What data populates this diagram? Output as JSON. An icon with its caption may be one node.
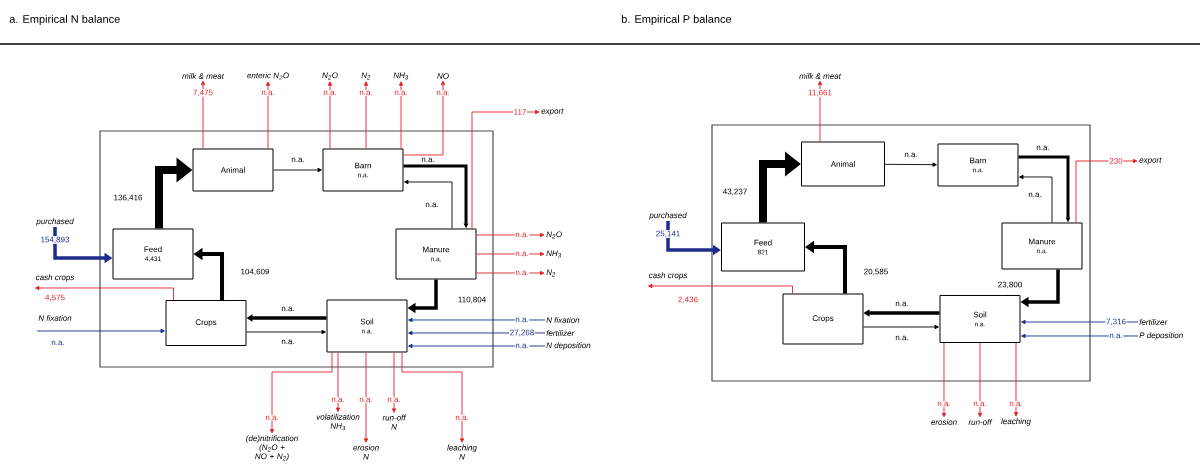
{
  "diagram": {
    "nodes": [
      {
        "text": [],
        "shape": "box"
      },
      {
        "text": [
          "Animal"
        ],
        "in": 0
      },
      {
        "text": [
          "Barn",
          "n.a."
        ],
        "in": 0
      },
      {
        "text": [
          "Feed",
          "4,431"
        ],
        "in": 0
      },
      {
        "text": [
          "Manure",
          "n.a."
        ],
        "in": 0
      },
      {
        "text": [
          "Crops"
        ],
        "in": 0
      },
      {
        "text": [
          "Soil",
          "n.a."
        ],
        "in": 0
      },
      {
        "text": [
          "milk & meat"
        ]
      },
      {
        "text": [
          "enteric N$_{2}$O"
        ]
      },
      {
        "text": [
          "N$_{2}$O"
        ]
      },
      {
        "text": [
          "N$_{2}$"
        ]
      },
      {
        "text": [
          "NH$_{3}$"
        ]
      },
      {
        "text": [
          "NO"
        ]
      },
      {
        "text": [
          "export"
        ]
      },
      {
        "text": [
          "N$_{2}$O"
        ]
      },
      {
        "text": [
          "NH$_{3}$"
        ]
      },
      {
        "text": [
          "N$_{2}$"
        ]
      },
      {
        "text": [
          "N fixation"
        ]
      },
      {
        "text": [
          "fertilizer"
        ]
      },
      {
        "text": [
          "N deposition"
        ]
      },
      {
        "text": [
          "purchased"
        ]
      },
      {
        "text": [
          "cash crops"
        ]
      },
      {
        "text": [
          "N fixation"
        ]
      },
      {
        "text": [
          "(de)nitrification (N$_{2}$O + NO + N$_{2}$)"
        ]
      },
      {
        "text": [
          "volatilization NH$_{3}$"
        ]
      },
      {
        "text": [
          "erosion N"
        ]
      },
      {
        "text": [
          "run-off N"
        ]
      },
      {
        "text": [
          "leaching N"
        ]
      },
      {
        "text": [],
        "shape": "box"
      },
      {
        "text": [
          "Animal"
        ],
        "in": 28
      },
      {
        "text": [
          "Barn",
          "n.a."
        ],
        "in": 28
      },
      {
        "text": [
          "Feed",
          "821"
        ],
        "in": 28
      },
      {
        "text": [
          "Manure",
          "n.a."
        ],
        "in": 28
      },
      {
        "text": [
          "Crops"
        ],
        "in": 28
      },
      {
        "text": [
          "Soil",
          "n.a."
        ],
        "in": 28
      },
      {
        "text": [
          "milk & meat"
        ]
      },
      {
        "text": [
          "export"
        ]
      },
      {
        "text": [
          "fertilizer"
        ]
      },
      {
        "text": [
          "P deposition"
        ]
      },
      {
        "text": [
          "purchased"
        ]
      },
      {
        "text": [
          "cash crops"
        ]
      },
      {
        "text": [
          "erosion"
        ]
      },
      {
        "text": [
          "run-off"
        ]
      },
      {
        "text": [
          "leaching"
        ]
      }
    ],
    "edges": [
      {
        "from": 3,
        "to": 1,
        "arrow": "to",
        "label": "136,416",
        "style": "thick",
        "color": "#000000"
      },
      {
        "from": 5,
        "to": 3,
        "arrow": "to",
        "label": "104,609",
        "style": "thick",
        "color": "#000000"
      },
      {
        "from": 1,
        "to": 2,
        "arrow": "to",
        "label": "n.a.",
        "color": "#000000"
      },
      {
        "from": 2,
        "to": 4,
        "arrow": "to",
        "label": "n.a.",
        "style": "thick",
        "color": "#000000"
      },
      {
        "from": 4,
        "to": 2,
        "arrow": "to",
        "label": "n.a.",
        "color": "#000000"
      },
      {
        "from": 4,
        "to": 6,
        "arrow": "to",
        "label": "110,804",
        "style": "thick",
        "color": "#000000"
      },
      {
        "from": 6,
        "to": 5,
        "arrow": "to",
        "label": "n.a.",
        "style": "thick",
        "color": "#000000"
      },
      {
        "from": 5,
        "to": 6,
        "arrow": "to",
        "label": "n.a.",
        "color": "#000000"
      },
      {
        "from": 1,
        "to": 7,
        "arrow": "to",
        "label": "7,475",
        "color": "#e32028"
      },
      {
        "from": 1,
        "to": 8,
        "arrow": "to",
        "label": "n.a.",
        "color": "#e32028"
      },
      {
        "from": 2,
        "to": 9,
        "arrow": "to",
        "label": "n.a.",
        "color": "#e32028"
      },
      {
        "from": 2,
        "to": 10,
        "arrow": "to",
        "label": "n.a.",
        "color": "#e32028"
      },
      {
        "from": 2,
        "to": 11,
        "arrow": "to",
        "label": "n.a.",
        "color": "#e32028"
      },
      {
        "from": 2,
        "to": 12,
        "arrow": "to",
        "label": "n.a.",
        "color": "#e32028"
      },
      {
        "from": 4,
        "to": 13,
        "arrow": "to",
        "label": "117",
        "color": "#e32028"
      },
      {
        "from": 4,
        "to": 14,
        "arrow": "to",
        "label": "n.a.",
        "color": "#e32028"
      },
      {
        "from": 4,
        "to": 15,
        "arrow": "to",
        "label": "n.a.",
        "color": "#e32028"
      },
      {
        "from": 4,
        "to": 16,
        "arrow": "to",
        "label": "n.a.",
        "color": "#e32028"
      },
      {
        "from": 17,
        "to": 6,
        "arrow": "to",
        "label": "n.a.",
        "color": "#1c2d8c"
      },
      {
        "from": 18,
        "to": 6,
        "arrow": "to",
        "label": "27,268",
        "color": "#1c2d8c"
      },
      {
        "from": 19,
        "to": 6,
        "arrow": "to",
        "label": "n.a.",
        "color": "#1c2d8c"
      },
      {
        "from": 20,
        "to": 3,
        "arrow": "to",
        "label": "154,893",
        "color": "#1c2d8c",
        "style": "thick"
      },
      {
        "from": 5,
        "to": 21,
        "arrow": "to",
        "label": "4,575",
        "color": "#e32028"
      },
      {
        "from": 22,
        "to": 5,
        "arrow": "to",
        "label": "n.a.",
        "color": "#1c2d8c"
      },
      {
        "from": 6,
        "to": 23,
        "arrow": "to",
        "label": "n.a.",
        "color": "#e32028"
      },
      {
        "from": 6,
        "to": 24,
        "arrow": "to",
        "label": "n.a.",
        "color": "#e32028"
      },
      {
        "from": 6,
        "to": 25,
        "arrow": "to",
        "label": "n.a.",
        "color": "#e32028"
      },
      {
        "from": 6,
        "to": 26,
        "arrow": "to",
        "label": "n.a.",
        "color": "#e32028"
      },
      {
        "from": 6,
        "to": 27,
        "arrow": "to",
        "label": "n.a.",
        "color": "#e32028"
      },
      {
        "from": 31,
        "to": 29,
        "arrow": "to",
        "label": "43,237",
        "style": "thick",
        "color": "#000000"
      },
      {
        "from": 33,
        "to": 31,
        "arrow": "to",
        "label": "20,585",
        "style": "thick",
        "color": "#000000"
      },
      {
        "from": 29,
        "to": 30,
        "arrow": "to",
        "label": "n.a.",
        "color": "#000000"
      },
      {
        "from": 30,
        "to": 32,
        "arrow": "to",
        "label": "n.a.",
        "style": "thick",
        "color": "#000000"
      },
      {
        "from": 32,
        "to": 30,
        "arrow": "to",
        "label": "n.a.",
        "color": "#000000"
      },
      {
        "from": 32,
        "to": 34,
        "arrow": "to",
        "label": "23,800",
        "style": "thick",
        "color": "#000000"
      },
      {
        "from": 34,
        "to": 33,
        "arrow": "to",
        "label": "n.a.",
        "style": "thick",
        "color": "#000000"
      },
      {
        "from": 33,
        "to": 34,
        "arrow": "to",
        "label": "n.a.",
        "color": "#000000"
      },
      {
        "from": 29,
        "to": 35,
        "arrow": "to",
        "label": "11,661",
        "color": "#e32028"
      },
      {
        "from": 32,
        "to": 36,
        "arrow": "to",
        "label": "230",
        "color": "#e32028"
      },
      {
        "from": 37,
        "to": 34,
        "arrow": "to",
        "label": "7,316",
        "color": "#1c2d8c"
      },
      {
        "from": 38,
        "to": 34,
        "arrow": "to",
        "label": "n.a.",
        "color": "#1c2d8c"
      },
      {
        "from": 39,
        "to": 31,
        "arrow": "to",
        "label": "25,141",
        "color": "#1c2d8c",
        "style": "thick"
      },
      {
        "from": 33,
        "to": 40,
        "arrow": "to",
        "label": "2,436",
        "color": "#e32028"
      },
      {
        "from": 34,
        "to": 41,
        "arrow": "to",
        "label": "n.a.",
        "color": "#e32028"
      },
      {
        "from": 34,
        "to": 42,
        "arrow": "to",
        "label": "n.a.",
        "color": "#e32028"
      },
      {
        "from": 34,
        "to": 43,
        "arrow": "to",
        "label": "n.a.",
        "color": "#e32028"
      }
    ],
    "labels": [
      "a. Empirical N balance",
      "b. Empirical P balance"
    ]
  }
}
